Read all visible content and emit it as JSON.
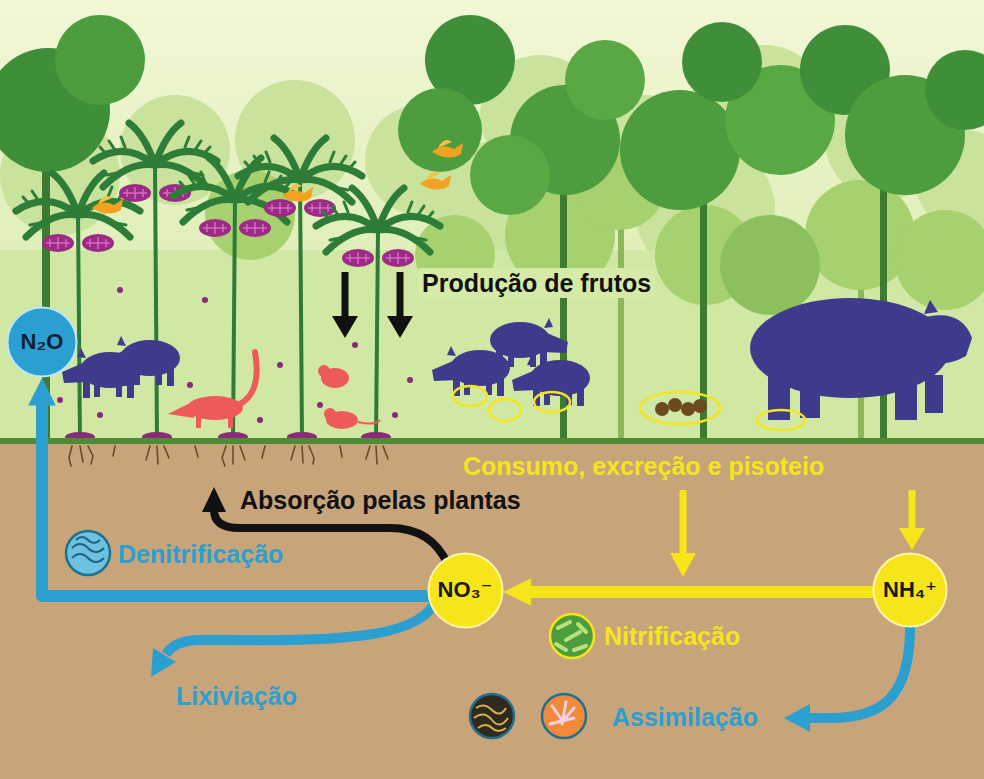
{
  "diagram": {
    "nodes": [
      {
        "text": [
          "N₂O"
        ]
      },
      {
        "text": [
          "NO₃⁻"
        ]
      },
      {
        "text": [
          "NH₄⁺"
        ]
      }
    ],
    "edges": [
      {
        "from": 1,
        "to": 0,
        "arrow": "to",
        "label": "Denitrificação"
      },
      {
        "from": 2,
        "to": 1,
        "arrow": "to",
        "label": "Nitrificação"
      }
    ],
    "labels": [
      "Produção de frutos",
      "Consumo, excreção e pisoteio",
      "Absorção pelas plantas",
      "Lixiviação",
      "Assimilação"
    ]
  }
}
